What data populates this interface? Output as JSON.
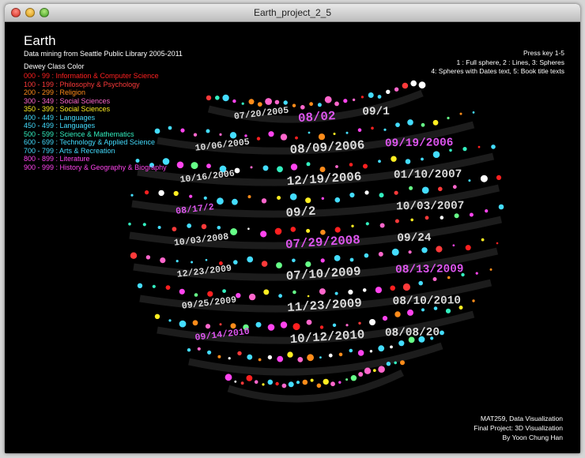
{
  "window": {
    "title": "Earth_project_2_5"
  },
  "hud": {
    "title": "Earth",
    "subtitle": "Data mining from Seattle Public Library 2005-2011",
    "legend_title": "Dewey Class Color",
    "legend": [
      {
        "label": "000 - 99 : Information & Computer Science",
        "color": "#ff2020"
      },
      {
        "label": "100 - 199 : Philosophy & Psychology",
        "color": "#ff3a3a"
      },
      {
        "label": "200 - 299 : Religion",
        "color": "#ff8c1a"
      },
      {
        "label": "300 - 349 : Social Sciences",
        "color": "#ff66cc"
      },
      {
        "label": "350 - 399 : Social Sciences",
        "color": "#ffee22"
      },
      {
        "label": "400 - 449 : Languages",
        "color": "#44ddff"
      },
      {
        "label": "450 - 499 : Languages",
        "color": "#44ddff"
      },
      {
        "label": "500 - 599 : Science & Mathematics",
        "color": "#33f0c0"
      },
      {
        "label": "600 - 699 : Technology & Applied Science",
        "color": "#44ddff"
      },
      {
        "label": "700 - 799 : Arts & Recreation",
        "color": "#44ddff"
      },
      {
        "label": "800 - 899 : Literature",
        "color": "#ff44ee"
      },
      {
        "label": "900 - 999 : History & Geography & Biography",
        "color": "#ff44ee"
      }
    ],
    "hint_lines": [
      "Press key 1-5",
      "1 : Full sphere, 2 : Lines, 3: Spheres",
      "4: Spheres with Dates text, 5: Book title texts"
    ],
    "credit_lines": [
      "MAT259, Data Visualization",
      "Final Project: 3D Visualization",
      "By Yoon Chung Han"
    ]
  },
  "viz": {
    "dates": [
      "07/20/2005",
      "08/02",
      "09/1",
      "10/06/2005",
      "08/09/2006",
      "09/19/2006",
      "10/16/2006",
      "12/19/2006",
      "01/10/2007",
      "08/17/2",
      "09/2",
      "10/03/2007",
      "10/03/2008",
      "07/29/2008",
      "09/24",
      "12/23/2009",
      "07/10/2009",
      "08/13/2009",
      "09/25/2009",
      "11/23/2009",
      "08/10/2010",
      "09/14/2010",
      "10/12/2010",
      "08/08/20"
    ]
  }
}
